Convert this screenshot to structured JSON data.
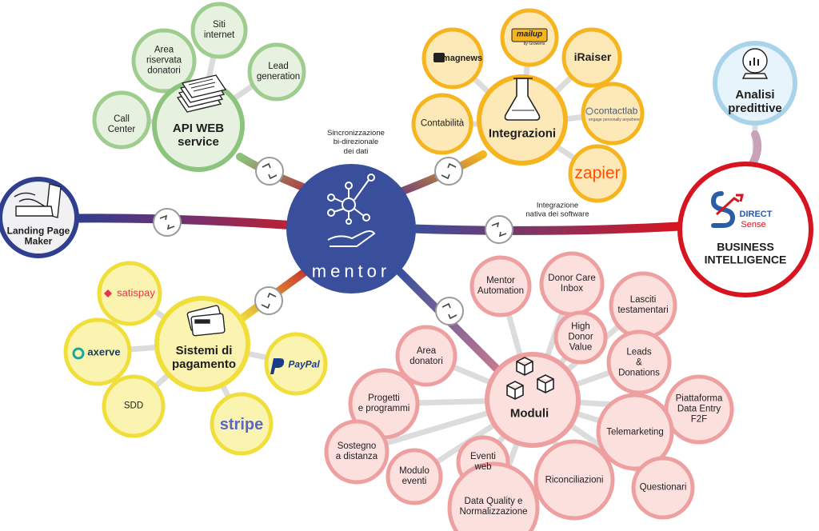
{
  "center": {
    "label": "mentor"
  },
  "captions": {
    "sync": "Sincronizzazione\nbi-direzionale\ndei dati",
    "native": "Integrazione\nnativa dei software"
  },
  "api": {
    "title": "API WEB\nservice",
    "items": [
      "Call\nCenter",
      "Area\nriservata\ndonatori",
      "Siti\ninternet",
      "Lead\ngeneration"
    ]
  },
  "landing": {
    "title": "Landing Page\nMaker"
  },
  "integrazioni": {
    "title": "Integrazioni",
    "items": [
      "Contabilità"
    ],
    "logos": [
      "magnews",
      "mailup",
      "iRaiser",
      "contactlab",
      "zapier"
    ],
    "contactlab_tagline": "engage personally anywhere",
    "mailup_sub": "by Growens"
  },
  "analisi": {
    "title": "Analisi\npredittive"
  },
  "bi": {
    "title": "BUSINESS\nINTELLIGENCE",
    "brand_top": "DIRECT",
    "brand_bottom": "Sense"
  },
  "pagamenti": {
    "title": "Sistemi di\npagamento",
    "logos": [
      "satispay",
      "axerve",
      "PayPal",
      "stripe"
    ],
    "items": [
      "SDD"
    ]
  },
  "moduli": {
    "title": "Moduli",
    "items": [
      "Mentor\nAutomation",
      "Donor Care\nInbox",
      "Lasciti\ntestamentari",
      "High\nDonor\nValue",
      "Leads\n&\nDonations",
      "Area\ndonatori",
      "Piattaforma\nData Entry\nF2F",
      "Progetti\ne programmi",
      "Telemarketing",
      "Sostegno\na distanza",
      "Eventi\nweb",
      "Modulo\neventi",
      "Riconciliazioni",
      "Questionari",
      "Data Quality e\nNormalizzazione"
    ]
  },
  "colors": {
    "center": "#3a4f9c",
    "api": "#8cc47e",
    "landing": "#2e3f8f",
    "integrazioni": "#f6b51e",
    "analisi": "#a9d3ea",
    "bi": "#d7141f",
    "pagamenti": "#f0df3a",
    "moduli": "#e89a9a"
  }
}
